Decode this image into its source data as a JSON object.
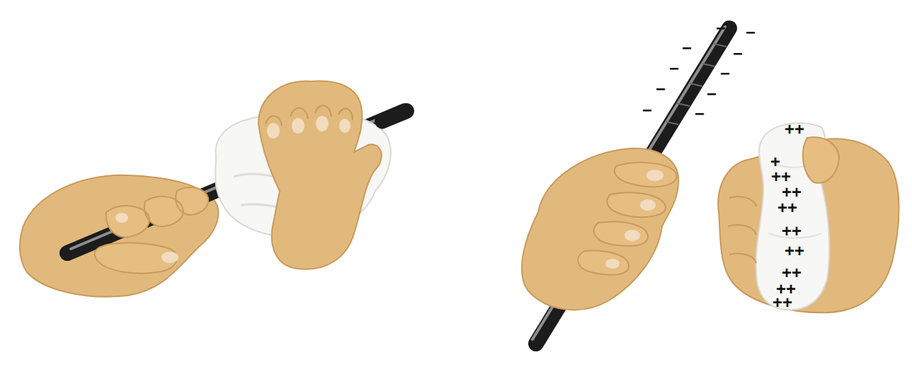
{
  "diagram": {
    "labels": [
      "−",
      "−",
      "−",
      "−",
      "−",
      "−",
      "−",
      "−",
      "−",
      "−",
      "++",
      "+",
      "++",
      "++",
      "++",
      "++",
      "++",
      "++",
      "++",
      "++"
    ]
  }
}
